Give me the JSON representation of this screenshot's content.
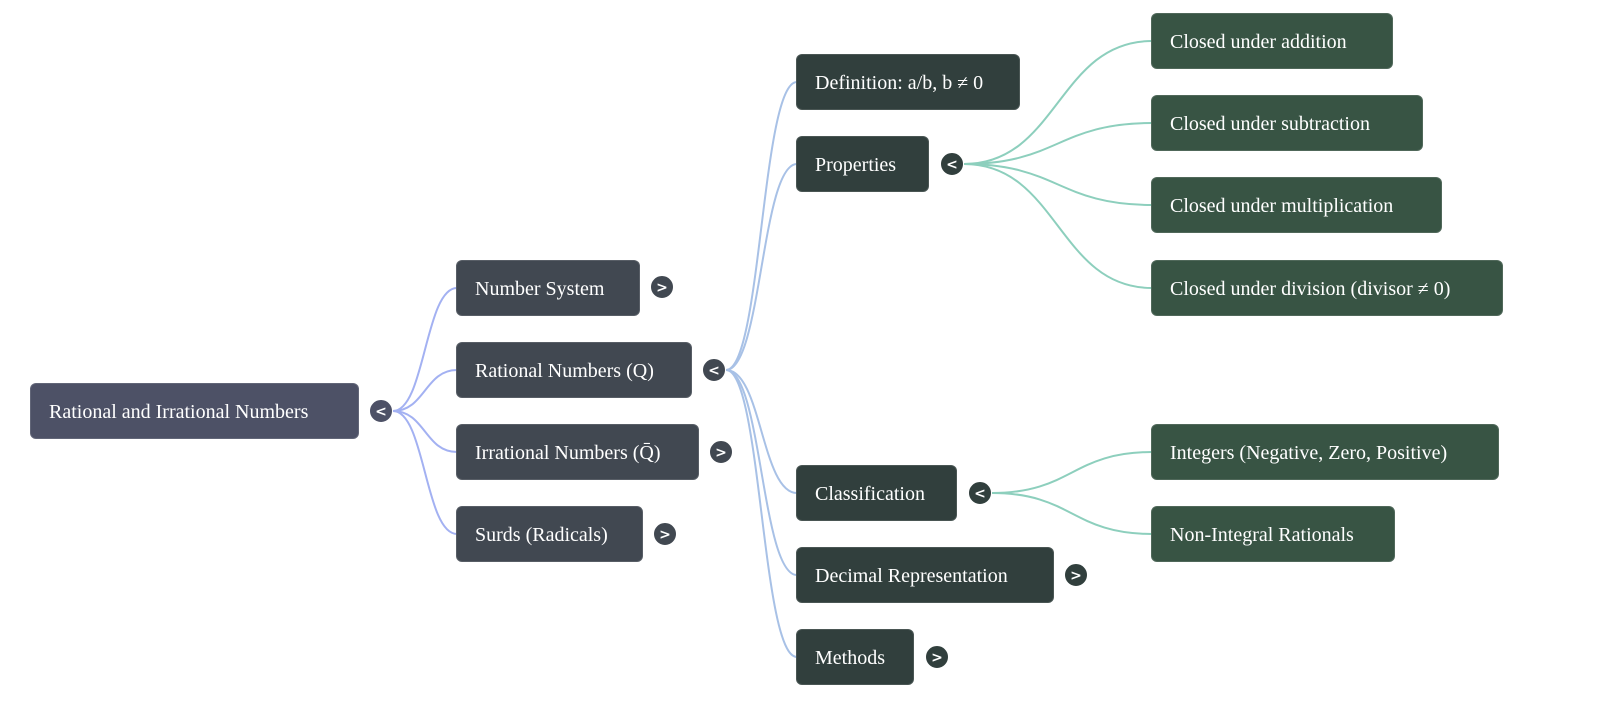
{
  "mindmap": {
    "colors": {
      "root": "#4d5166",
      "level1": "#414851",
      "level2": "#313f3d",
      "level3": "#385444",
      "link_root": "#a3b1f2",
      "link_rational": "#a8c1e6",
      "link_leaf": "#8dcfbd"
    },
    "root": {
      "label": "Rational and Irrational Numbers",
      "toggle": "<",
      "expanded": true
    },
    "level1": [
      {
        "label": "Number System",
        "toggle": ">",
        "expanded": false
      },
      {
        "label": "Rational Numbers (Q)",
        "toggle": "<",
        "expanded": true
      },
      {
        "label": "Irrational Numbers (Q̄)",
        "toggle": ">",
        "expanded": false
      },
      {
        "label": "Surds (Radicals)",
        "toggle": ">",
        "expanded": false
      }
    ],
    "rational_children": [
      {
        "label": "Definition: a/b, b ≠ 0"
      },
      {
        "label": "Properties",
        "toggle": "<",
        "expanded": true
      },
      {
        "label": "Classification",
        "toggle": "<",
        "expanded": true
      },
      {
        "label": "Decimal Representation",
        "toggle": ">",
        "expanded": false
      },
      {
        "label": "Methods",
        "toggle": ">",
        "expanded": false
      }
    ],
    "properties_children": [
      {
        "label": "Closed under addition"
      },
      {
        "label": "Closed under subtraction"
      },
      {
        "label": "Closed under multiplication"
      },
      {
        "label": "Closed under division (divisor ≠ 0)"
      }
    ],
    "classification_children": [
      {
        "label": "Integers (Negative, Zero, Positive)"
      },
      {
        "label": "Non-Integral Rationals"
      }
    ]
  }
}
